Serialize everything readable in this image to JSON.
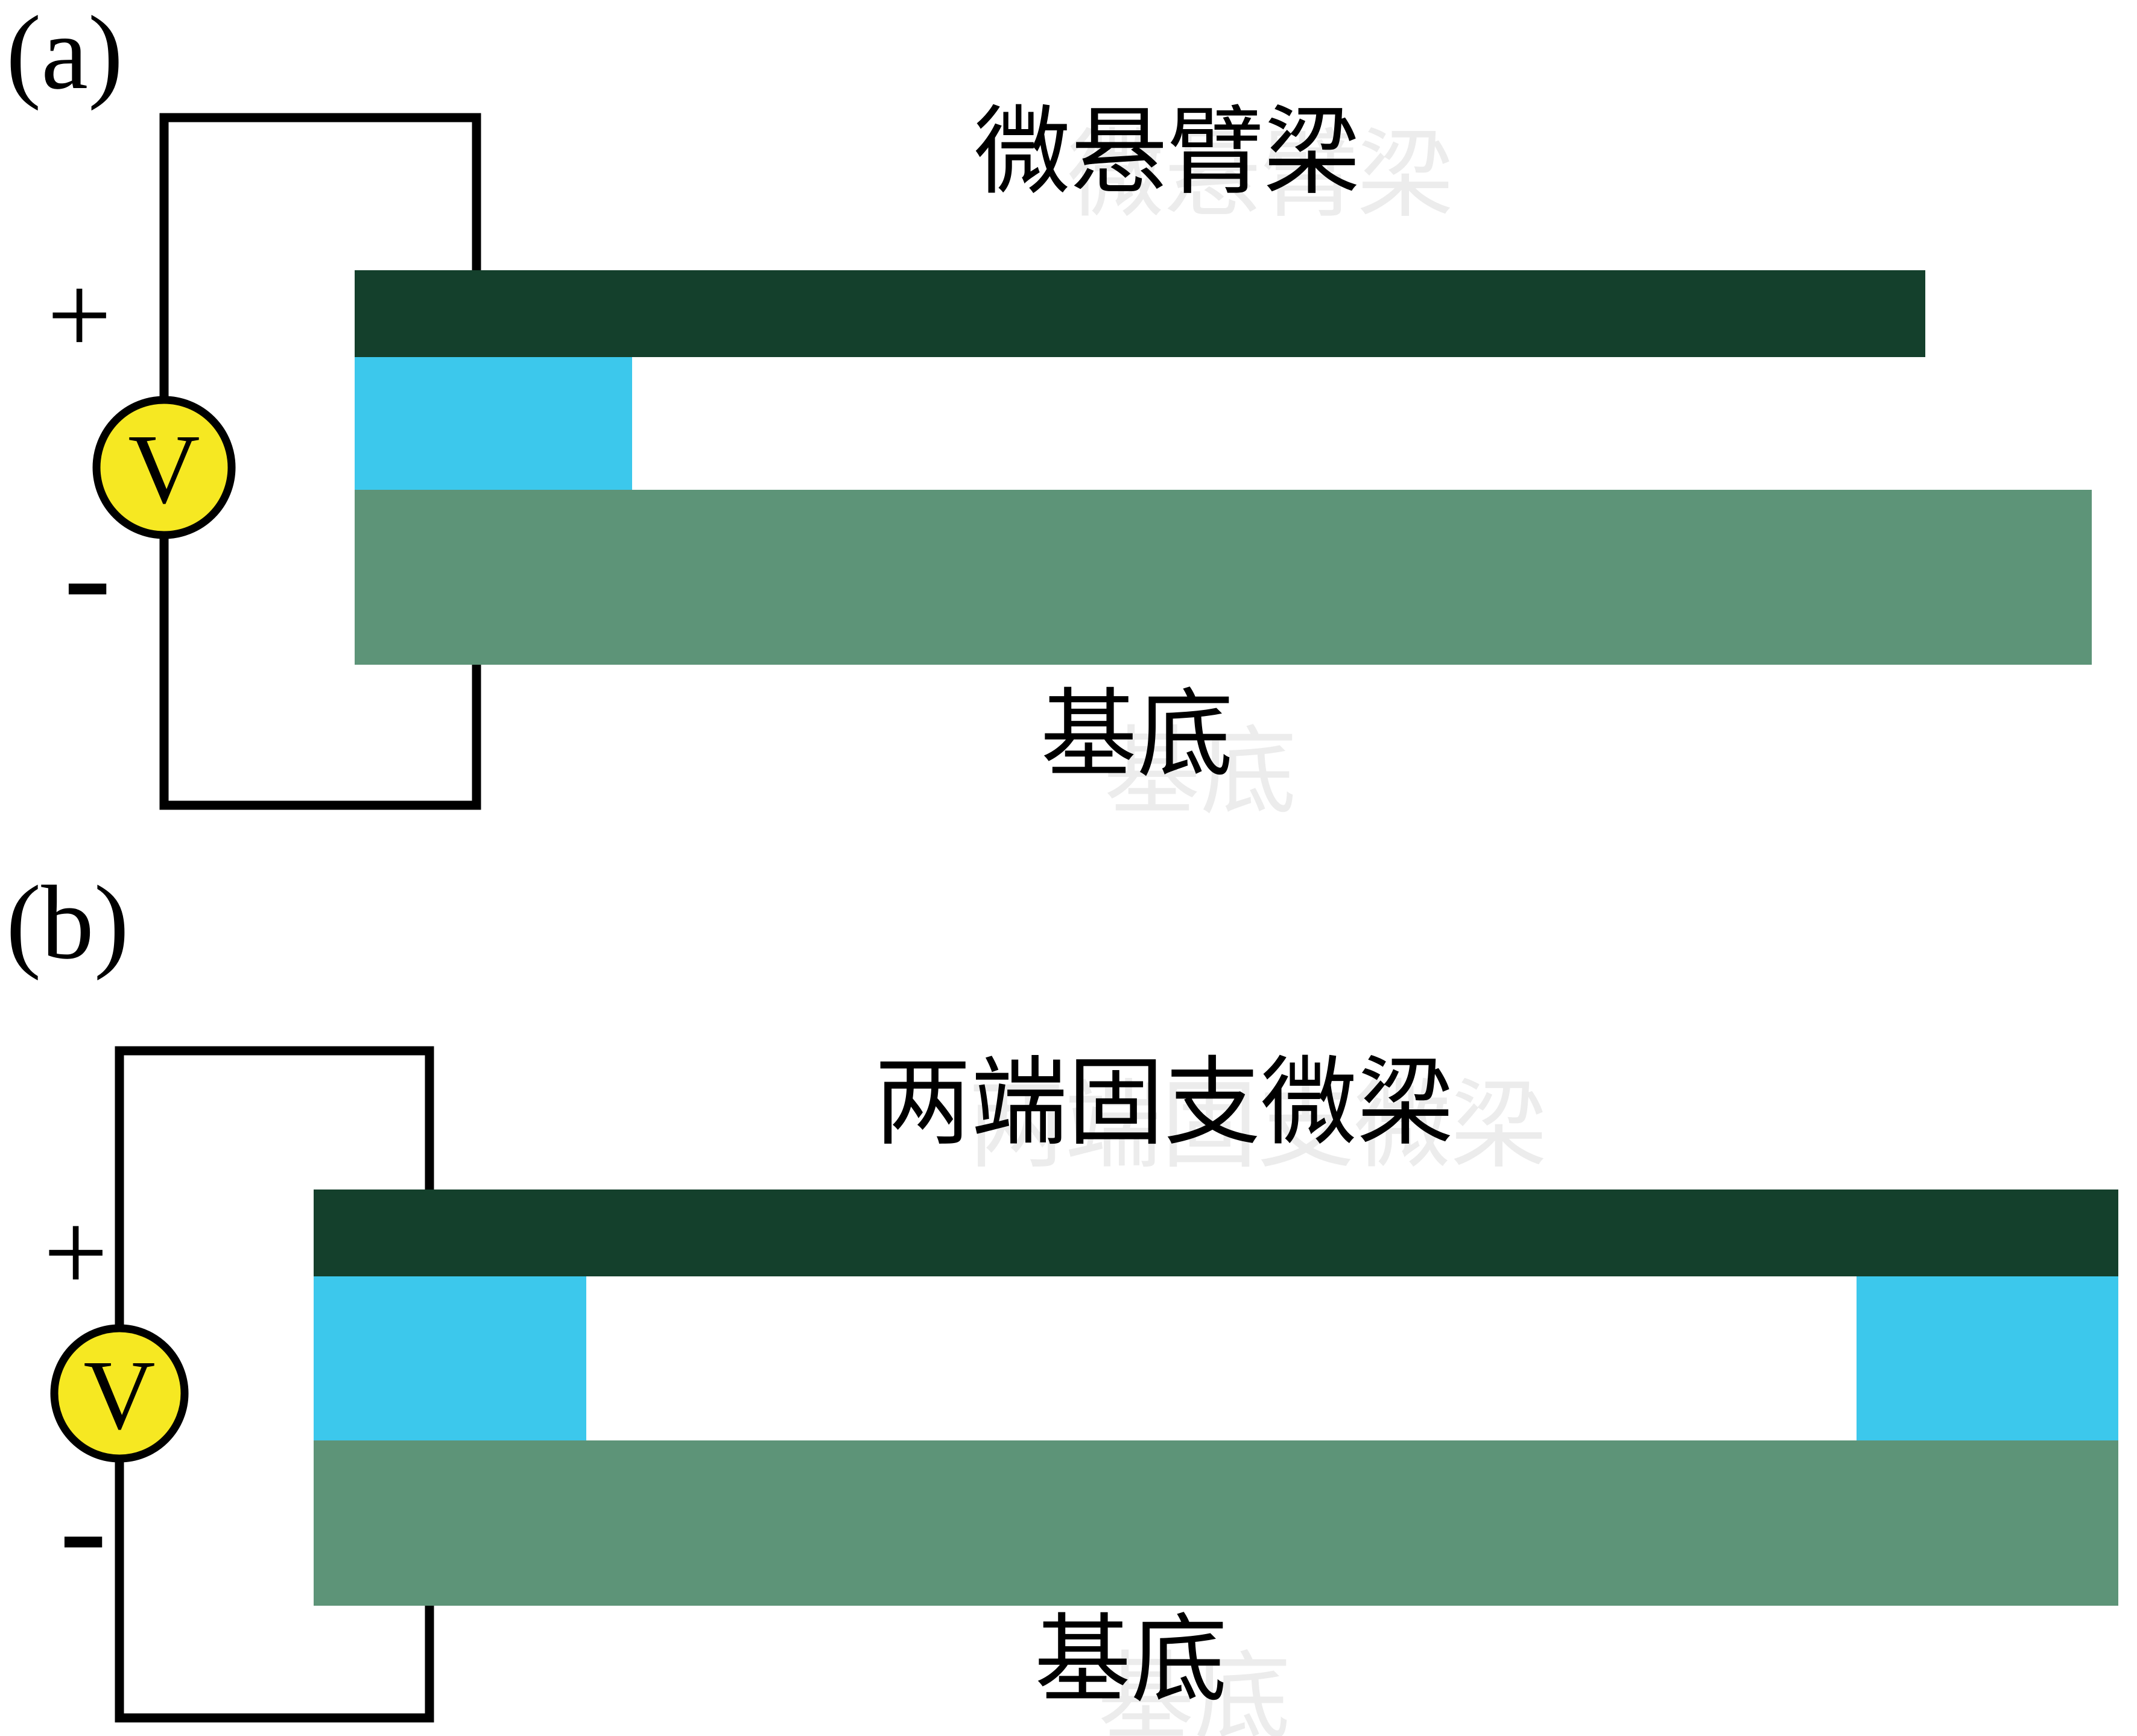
{
  "figure": {
    "colors": {
      "beam": "#14402c",
      "substrate": "#5d9478",
      "anchor": "#3cc8ec",
      "voltage_fill": "#f6e822",
      "wire": "#000000"
    },
    "panels": [
      {
        "label": "(a)",
        "beam_label": "微悬臂梁",
        "substrate_label": "基底",
        "voltage_symbol": "V",
        "plus_label": "+",
        "minus_label": "-"
      },
      {
        "label": "(b)",
        "beam_label": "两端固支微梁",
        "substrate_label": "基底",
        "voltage_symbol": "V",
        "plus_label": "+",
        "minus_label": "-"
      }
    ]
  }
}
